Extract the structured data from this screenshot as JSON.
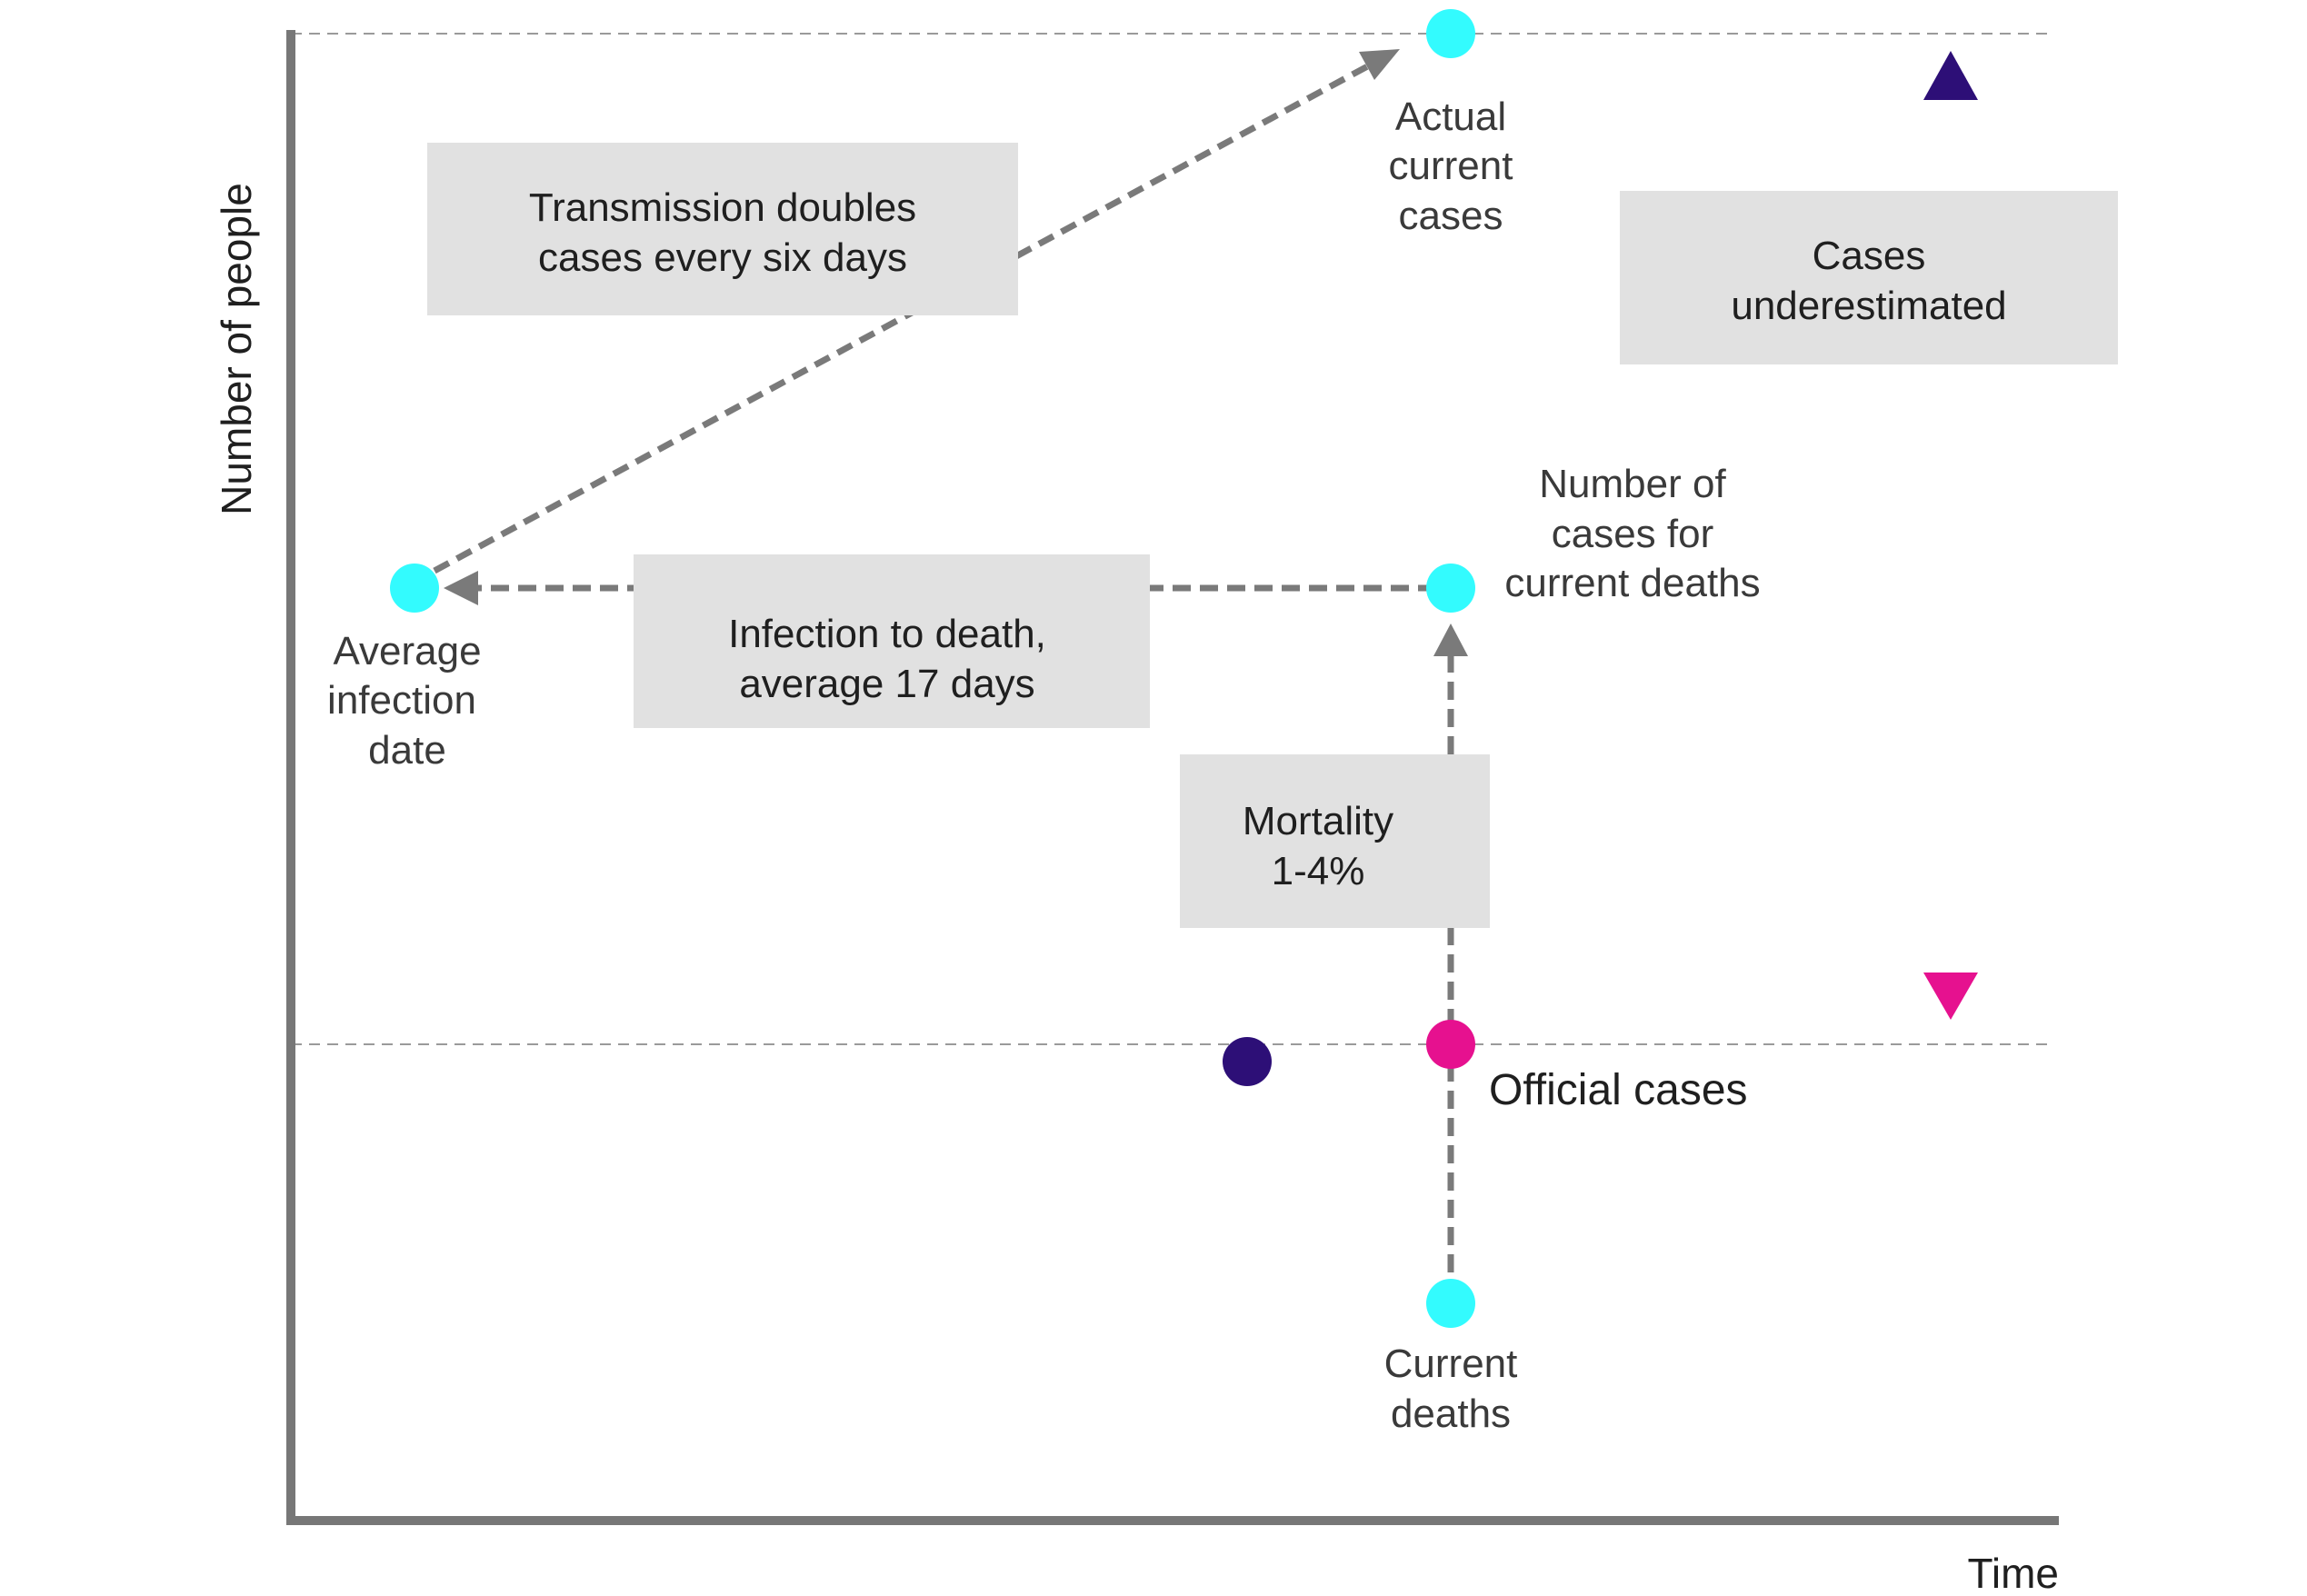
{
  "axes": {
    "y_label": "Number of people",
    "x_label": "Time"
  },
  "boxes": {
    "transmission": [
      "Transmission doubles",
      "cases every six days"
    ],
    "infection_to_death": [
      "Infection to death,",
      "average 17 days"
    ],
    "mortality": [
      "Mortality",
      "1-4%"
    ],
    "underestimated": [
      "Cases",
      "underestimated"
    ]
  },
  "labels": {
    "actual_current_cases": [
      "Actual",
      "current",
      "cases"
    ],
    "cases_for_current_deaths": [
      "Number of",
      "cases for",
      "current deaths"
    ],
    "average_infection_date": [
      "Average",
      "infection",
      "date"
    ],
    "current_deaths": [
      "Current",
      "deaths"
    ],
    "official_cases": "Official cases"
  },
  "colors": {
    "cyan_dot": "#33fbfe",
    "magenta_dot": "#e6118f",
    "navy_dot": "#2d0f77",
    "box_fill": "#e1e1e1",
    "axis": "#777777",
    "dashed_arrow": "#7a7a7a",
    "gradient_top": "#2d0f77",
    "gradient_bottom": "#e6118f"
  }
}
